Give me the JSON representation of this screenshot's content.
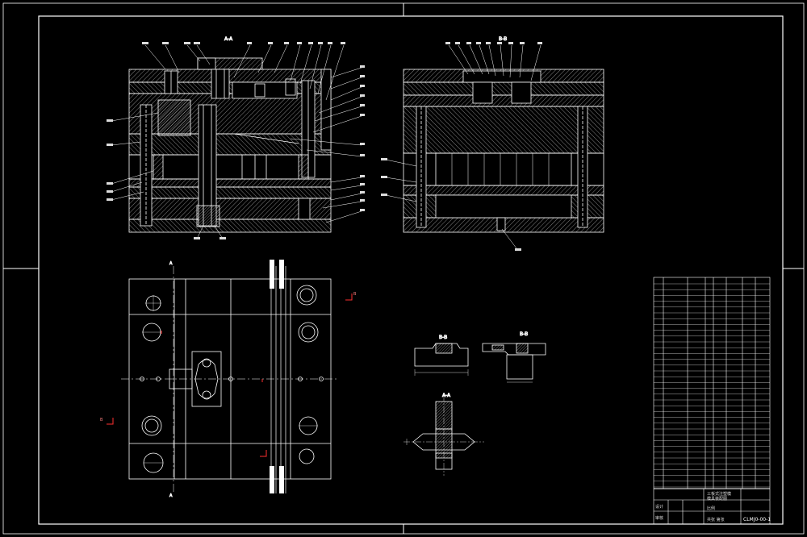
{
  "drawing": {
    "background": "#000000",
    "line_color": "#ffffff",
    "accent_color": "#ff3030"
  },
  "views": {
    "front_section_title": "A-A",
    "side_section_title": "B-B",
    "detail_a_title": "B-B",
    "detail_b_title": "B-B",
    "detail_c_title": "A-A"
  },
  "cut_markers": {
    "right_top": "B",
    "left_mid": "B"
  },
  "title_block": {
    "drawing_no": "CLMJ0-00-1",
    "name_cn_1": "三板式注塑模",
    "name_cn_2": "模具装配图",
    "label_design": "设计",
    "label_check": "审核",
    "label_scale": "比例",
    "label_sheet": "共张 第张"
  }
}
